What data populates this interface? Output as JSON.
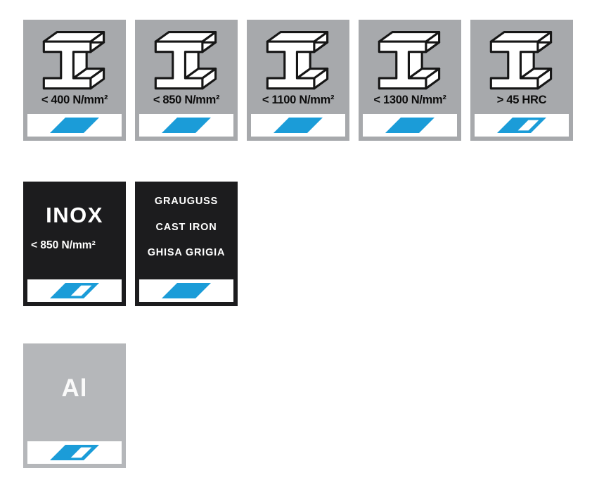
{
  "colors": {
    "tile_gray": "#a7a9ac",
    "tile_black": "#1c1c1e",
    "tile_light_gray": "#b5b7ba",
    "accent_blue": "#1b9cd8",
    "band_white": "#ffffff",
    "beam_outline": "#161616"
  },
  "icons": {
    "steel_beam": "i-beam-icon",
    "suitability_full": "blue-parallelogram-icon",
    "suitability_partial": "blue-white-parallelogram-icon"
  },
  "steel_tiles": [
    {
      "label": "< 400 N/mm²",
      "suitability": "full"
    },
    {
      "label": "< 850 N/mm²",
      "suitability": "full"
    },
    {
      "label": "< 1100 N/mm²",
      "suitability": "full"
    },
    {
      "label": "< 1300 N/mm²",
      "suitability": "full"
    },
    {
      "label": "> 45 HRC",
      "suitability": "partial"
    }
  ],
  "inox_tile": {
    "title": "INOX",
    "subtitle": "< 850 N/mm²",
    "suitability": "partial"
  },
  "cast_iron_tile": {
    "lines": [
      "GRAUGUSS",
      "CAST IRON",
      "GHISA GRIGIA"
    ],
    "suitability": "full"
  },
  "aluminium_tile": {
    "label": "Al",
    "suitability": "partial"
  }
}
